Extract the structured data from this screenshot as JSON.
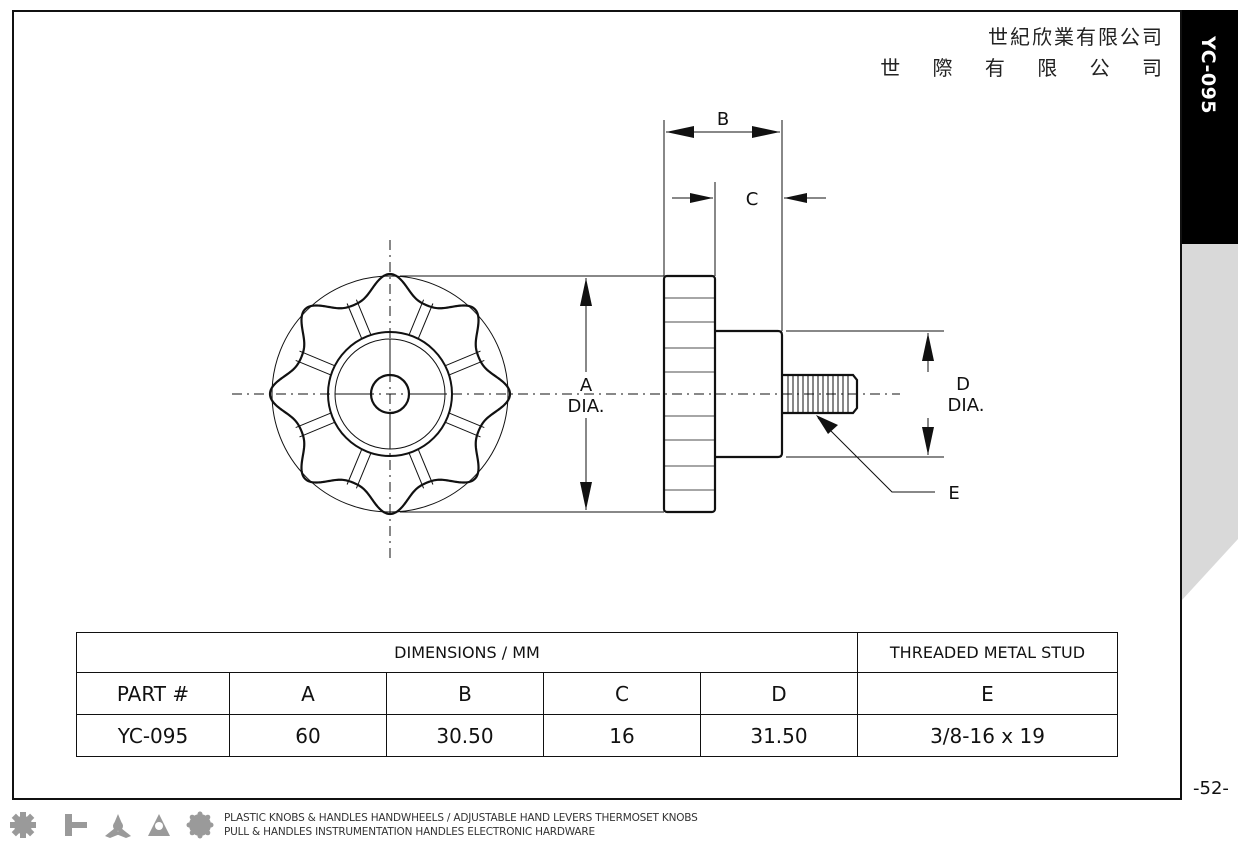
{
  "company": {
    "line1": "世紀欣業有限公司",
    "line2": "世 際 有 限 公 司"
  },
  "side_tab": {
    "code": "YC-095"
  },
  "drawing_labels": {
    "A": "A",
    "A_dia": "DIA.",
    "B": "B",
    "C": "C",
    "D": "D",
    "D_dia": "DIA.",
    "E": "E"
  },
  "table": {
    "group_header_dimensions": "DIMENSIONS / MM",
    "group_header_stud": "THREADED METAL STUD",
    "columns": [
      "PART #",
      "A",
      "B",
      "C",
      "D",
      "E"
    ],
    "rows": [
      [
        "YC-095",
        "60",
        "30.50",
        "16",
        "31.50",
        "3/8-16 x 19"
      ]
    ]
  },
  "page_number": "-52-",
  "footer": {
    "line1": "PLASTIC KNOBS & HANDLES HANDWHEELS / ADJUSTABLE HAND LEVERS THERMOSET KNOBS",
    "line2": "PULL & HANDLES INSTRUMENTATION HANDLES ELECTRONIC HARDWARE"
  },
  "footer_icons": [
    "gear-knob-icon",
    "t-handle-icon",
    "three-lobe-knob-icon",
    "triangle-knob-icon",
    "star-knob-icon"
  ]
}
